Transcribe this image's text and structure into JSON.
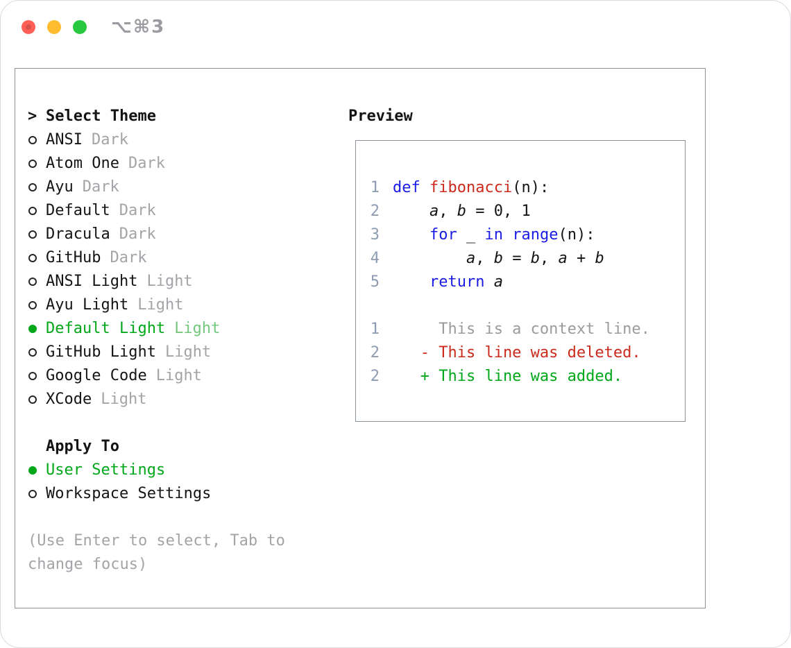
{
  "colors": {
    "green": "#00a819",
    "green_dim": "#74c77c",
    "red": "#cb2a1d",
    "blue": "#1b1be6",
    "gray": "#a3a3a8",
    "line_number": "#8d9cb2",
    "text": "#141414",
    "border": "#8a9097",
    "traffic_red": "#ff5f57",
    "traffic_yellow": "#febc2e",
    "traffic_green": "#28c840"
  },
  "titlebar": {
    "shortcut": "⌥⌘3"
  },
  "theme_selector": {
    "marker": ">",
    "header": "Select Theme",
    "items": [
      {
        "name": "ANSI",
        "variant": "Dark",
        "selected": false
      },
      {
        "name": "Atom One",
        "variant": "Dark",
        "selected": false
      },
      {
        "name": "Ayu",
        "variant": "Dark",
        "selected": false
      },
      {
        "name": "Default",
        "variant": "Dark",
        "selected": false
      },
      {
        "name": "Dracula",
        "variant": "Dark",
        "selected": false
      },
      {
        "name": "GitHub",
        "variant": "Dark",
        "selected": false
      },
      {
        "name": "ANSI Light",
        "variant": "Light",
        "selected": false
      },
      {
        "name": "Ayu Light",
        "variant": "Light",
        "selected": false
      },
      {
        "name": "Default Light",
        "variant": "Light",
        "selected": true
      },
      {
        "name": "GitHub Light",
        "variant": "Light",
        "selected": false
      },
      {
        "name": "Google Code",
        "variant": "Light",
        "selected": false
      },
      {
        "name": "XCode",
        "variant": "Light",
        "selected": false
      }
    ]
  },
  "apply_to": {
    "header": "Apply To",
    "items": [
      {
        "label": "User Settings",
        "selected": true
      },
      {
        "label": "Workspace Settings",
        "selected": false
      }
    ]
  },
  "help_text": "(Use Enter to select, Tab to change focus)",
  "preview": {
    "header": "Preview",
    "code_lines": [
      {
        "num": "1",
        "tokens": [
          {
            "text": "def",
            "type": "kw"
          },
          {
            "text": " ",
            "type": "pl"
          },
          {
            "text": "fibonacci",
            "type": "fn"
          },
          {
            "text": "(n):",
            "type": "pl"
          }
        ]
      },
      {
        "num": "2",
        "tokens": [
          {
            "text": "    ",
            "type": "pl"
          },
          {
            "text": "a",
            "type": "var"
          },
          {
            "text": ", ",
            "type": "pl"
          },
          {
            "text": "b",
            "type": "var"
          },
          {
            "text": " = 0, 1",
            "type": "pl"
          }
        ]
      },
      {
        "num": "3",
        "tokens": [
          {
            "text": "    ",
            "type": "pl"
          },
          {
            "text": "for",
            "type": "kw"
          },
          {
            "text": " _ ",
            "type": "pl"
          },
          {
            "text": "in",
            "type": "kw"
          },
          {
            "text": " ",
            "type": "pl"
          },
          {
            "text": "range",
            "type": "kw"
          },
          {
            "text": "(n):",
            "type": "pl"
          }
        ]
      },
      {
        "num": "4",
        "tokens": [
          {
            "text": "        ",
            "type": "pl"
          },
          {
            "text": "a",
            "type": "var"
          },
          {
            "text": ", ",
            "type": "pl"
          },
          {
            "text": "b",
            "type": "var"
          },
          {
            "text": " = ",
            "type": "pl"
          },
          {
            "text": "b",
            "type": "var"
          },
          {
            "text": ", ",
            "type": "pl"
          },
          {
            "text": "a",
            "type": "var"
          },
          {
            "text": " + ",
            "type": "pl"
          },
          {
            "text": "b",
            "type": "var"
          }
        ]
      },
      {
        "num": "5",
        "tokens": [
          {
            "text": "    ",
            "type": "pl"
          },
          {
            "text": "return",
            "type": "kw"
          },
          {
            "text": " ",
            "type": "pl"
          },
          {
            "text": "a",
            "type": "var"
          }
        ]
      }
    ],
    "diff_lines": [
      {
        "num": "1",
        "text": "     This is a context line.",
        "type": "context"
      },
      {
        "num": "2",
        "text": "   - This line was deleted.",
        "type": "deleted"
      },
      {
        "num": "2",
        "text": "   + This line was added.",
        "type": "added"
      }
    ]
  }
}
